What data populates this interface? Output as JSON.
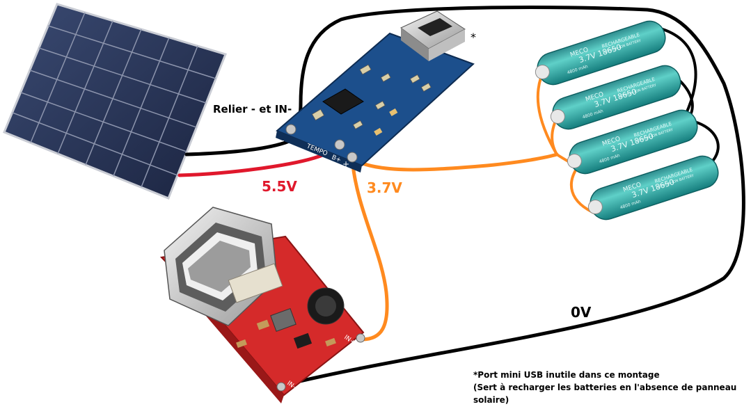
{
  "labels": {
    "relier": "Relier - et IN-",
    "v_in": "5.5V",
    "v_batt": "3.7V",
    "ground": "0V",
    "asterisk": "*"
  },
  "note": {
    "line1": "*Port mini USB inutile dans ce montage",
    "line2": "(Sert à recharger les batteries en l'absence de panneau solaire)"
  },
  "charger": {
    "silk_tempo": "TEMPO",
    "silk_plus": "+",
    "silk_bplus": "B+",
    "silk_minus": "-"
  },
  "boost": {
    "silk_in_plus": "IN+",
    "silk_in_minus": "IN-"
  },
  "batteries": {
    "count": 4,
    "brand": "MECO",
    "model": "3.7V 18650",
    "type": "RECHARGEABLE",
    "sub": "LITHIUM-ION BATTERY",
    "capacity": "4800 mAh"
  },
  "colors": {
    "wire_black": "#000000",
    "wire_red": "#e0182c",
    "wire_orange": "#ff8a1f",
    "battery_teal": "#1fa5a1",
    "pcb_blue": "#1c4f8c",
    "pcb_red": "#d52a2a",
    "solar_blue": "#24345a"
  }
}
